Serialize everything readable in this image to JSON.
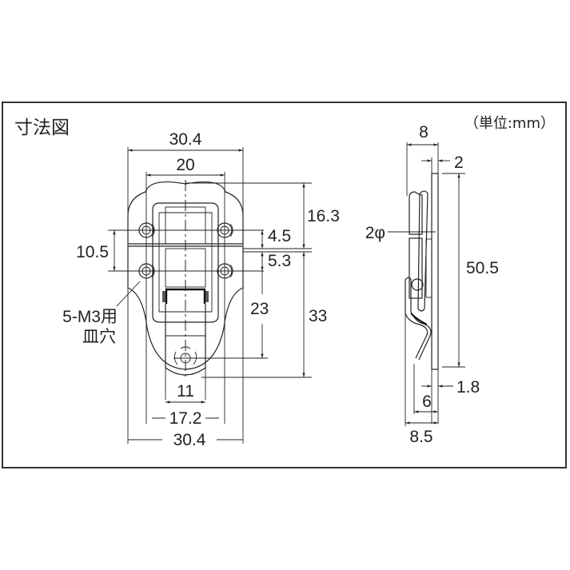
{
  "title": "寸法図",
  "unit_note": "（単位:mm）",
  "front_view": {
    "dims": {
      "overall_width_top": "30.4",
      "hole_pitch_width": "20",
      "hole_pitch_vertical": "10.5",
      "top_to_split": "16.3",
      "upper_hole_offset": "4.5",
      "lower_hole_offset": "5.3",
      "lower_hole_to_pin": "23",
      "split_to_bottom": "33",
      "hook_width": "11",
      "lower_width": "17.2",
      "overall_width_bottom": "30.4"
    },
    "hole_note_line1": "5-M3用",
    "hole_note_line2": "皿穴"
  },
  "side_view": {
    "dims": {
      "top_depth": "8",
      "plate_thickness": "2",
      "pin_diameter": "2φ",
      "overall_height": "50.5",
      "bottom_plate_thickness": "1.8",
      "hook_depth": "6",
      "overall_depth": "8.5"
    }
  }
}
